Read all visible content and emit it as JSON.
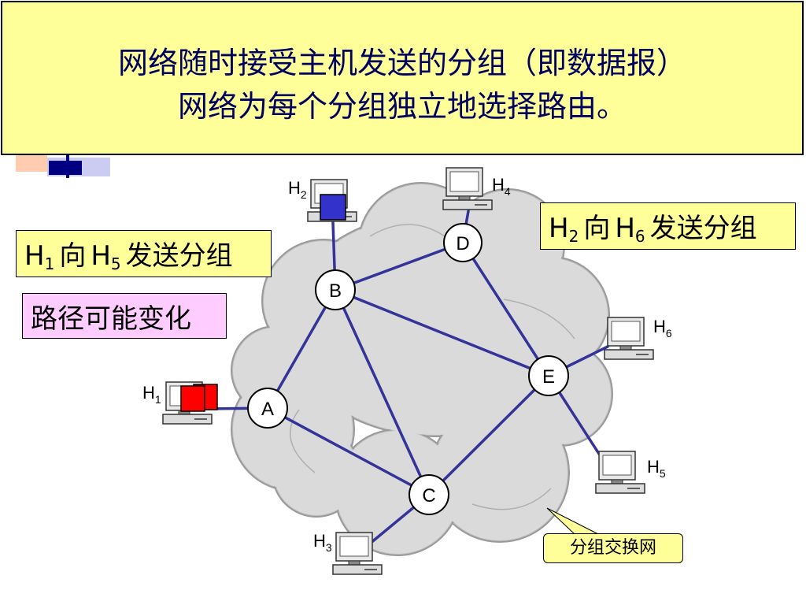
{
  "title": {
    "line1": "网络随时接受主机发送的分组（即数据报）",
    "line2": "网络为每个分组独立地选择路由。"
  },
  "callouts": {
    "h1_to_h5": {
      "h": "H",
      "from_sub": "1",
      "mid": "向",
      "h2": "H",
      "to_sub": "5",
      "text": "发送分组"
    },
    "h2_to_h6": {
      "h": "H",
      "from_sub": "2",
      "mid": "向",
      "h2": "H",
      "to_sub": "6",
      "text": "发送分组"
    },
    "path_change": "路径可能变化"
  },
  "cloud_label": "分组交换网",
  "nodes": {
    "A": "A",
    "B": "B",
    "C": "C",
    "D": "D",
    "E": "E"
  },
  "hosts": {
    "H1": {
      "base": "H",
      "sub": "1"
    },
    "H2": {
      "base": "H",
      "sub": "2"
    },
    "H3": {
      "base": "H",
      "sub": "3"
    },
    "H4": {
      "base": "H",
      "sub": "4"
    },
    "H5": {
      "base": "H",
      "sub": "5"
    },
    "H6": {
      "base": "H",
      "sub": "6"
    }
  },
  "colors": {
    "link": "#333399",
    "cloud": "#d8d8d8",
    "packet_h1": "#ff0000",
    "packet_h2": "#3333cc",
    "title_bg": "#ffff99",
    "title_text": "#000060"
  }
}
